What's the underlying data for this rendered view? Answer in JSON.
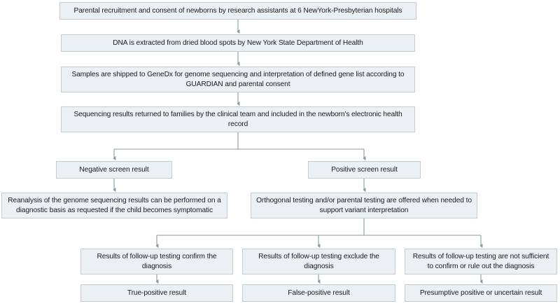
{
  "figure": {
    "type": "flowchart",
    "orientation": "top-down",
    "palette": {
      "node_fill": "#eaf0f3",
      "node_border": "#c3ccd2",
      "connector": "#8d9aa3",
      "text": "#1b1b1b",
      "background": "#ffffff"
    }
  },
  "nodes": {
    "recruitment": "Parental recruitment and consent of newborns by research assistants at 6 NewYork-Presbyterian hospitals",
    "dna_extraction": "DNA is extracted from dried blood spots by New York State Department of Health",
    "sequencing": "Samples are shipped to GeneDx for genome sequencing and interpretation of defined gene list according to GUARDIAN and parental consent",
    "results_returned": "Sequencing results returned to families by the clinical team and included in the newborn's electronic health record",
    "negative_screen": "Negative screen result",
    "positive_screen": "Positive screen result",
    "reanalysis": "Reanalysis of the genome sequencing results can be performed on a diagnostic basis as requested if the child becomes symptomatic",
    "orthogonal_testing": "Orthogonal testing and/or parental testing are offered when needed to support variant interpretation",
    "followup_confirm": "Results of follow-up testing confirm the diagnosis",
    "followup_exclude": "Results of follow-up testing exclude the diagnosis",
    "followup_insufficient": "Results of follow-up testing are not sufficient to confirm or rule out the diagnosis",
    "true_positive": "True-positive result",
    "false_positive": "False-positive result",
    "presumptive": "Presumptive positive or uncertain result"
  }
}
